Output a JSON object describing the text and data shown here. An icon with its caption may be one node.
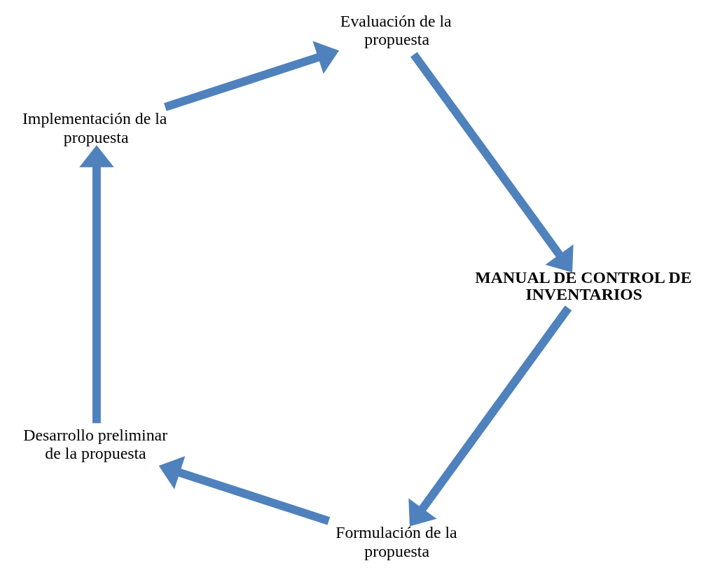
{
  "diagram": {
    "nodes": [
      {
        "text": [
          "Formulación de la propuesta"
        ]
      },
      {
        "text": [
          "Desarrollo preliminar de la propuesta"
        ]
      },
      {
        "text": [
          "Implementación de la propuesta"
        ]
      },
      {
        "text": [
          "Evaluación de la propuesta"
        ]
      },
      {
        "text": [
          "MANUAL DE CONTROL DE INVENTARIOS"
        ]
      }
    ],
    "edges": [
      {
        "from": 0,
        "to": 1,
        "arrow": "to"
      },
      {
        "from": 1,
        "to": 2,
        "arrow": "to"
      },
      {
        "from": 2,
        "to": 3,
        "arrow": "to"
      },
      {
        "from": 3,
        "to": 4,
        "arrow": "to"
      },
      {
        "from": 4,
        "to": 0,
        "arrow": "to"
      }
    ]
  }
}
